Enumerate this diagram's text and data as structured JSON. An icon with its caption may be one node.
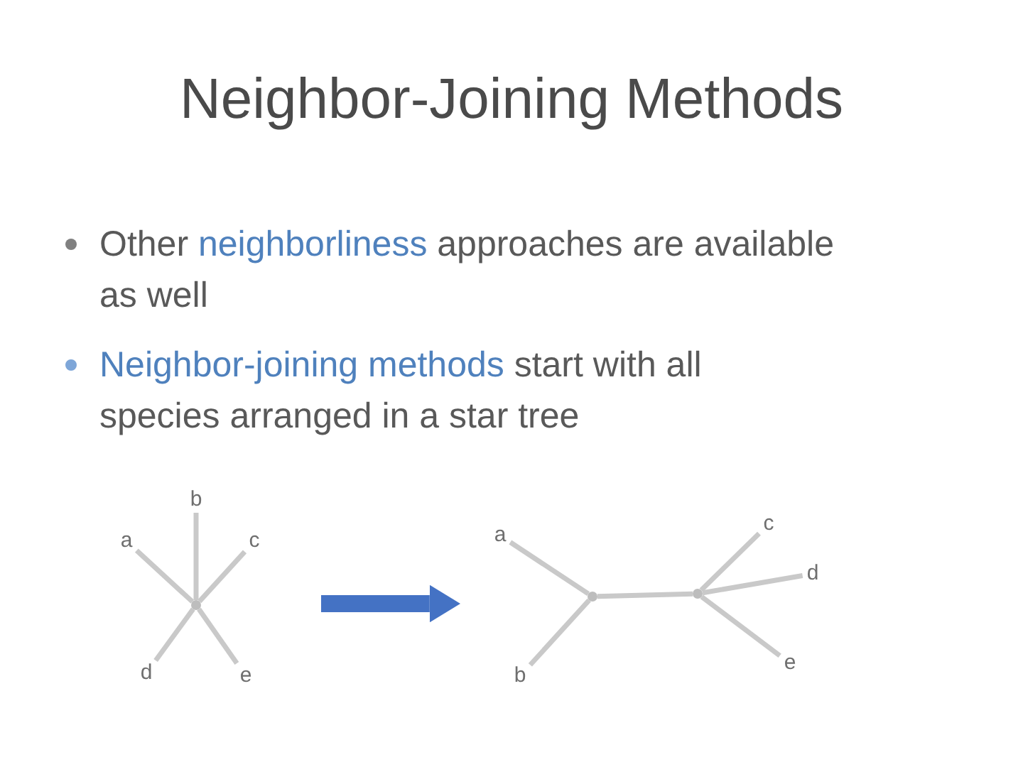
{
  "diagram": {
    "title": "Neighbor-Joining Methods",
    "nodes": [
      {
        "text": [],
        "shape": "picture"
      },
      {
        "text": [
          "b"
        ],
        "in": 0
      },
      {
        "text": [
          "a"
        ],
        "in": 0
      },
      {
        "text": [
          "c"
        ],
        "in": 0
      },
      {
        "text": [],
        "shape": "circle",
        "in": 0
      },
      {
        "text": [
          "d"
        ],
        "in": 0
      },
      {
        "text": [
          "e"
        ],
        "in": 0
      },
      {
        "text": [],
        "shape": "picture"
      },
      {
        "text": [
          "a"
        ],
        "in": 7
      },
      {
        "text": [
          "b"
        ],
        "in": 7
      },
      {
        "text": [],
        "shape": "circle",
        "in": 7
      },
      {
        "text": [],
        "shape": "circle",
        "in": 7
      },
      {
        "text": [
          "c"
        ],
        "in": 7
      },
      {
        "text": [
          "d"
        ],
        "in": 7
      },
      {
        "text": [
          "e"
        ],
        "in": 7
      }
    ],
    "edges": [
      {
        "from": 4,
        "to": 2,
        "arrow": "none"
      },
      {
        "from": 4,
        "to": 1,
        "arrow": "none"
      },
      {
        "from": 4,
        "to": 3,
        "arrow": "none"
      },
      {
        "from": 4,
        "to": 5,
        "arrow": "none"
      },
      {
        "from": 4,
        "to": 6,
        "arrow": "none"
      },
      {
        "from": 0,
        "to": 7,
        "arrow": "to",
        "style": "thick",
        "color": "#4472c4"
      },
      {
        "from": 10,
        "to": 8,
        "arrow": "none"
      },
      {
        "from": 10,
        "to": 9,
        "arrow": "none"
      },
      {
        "from": 10,
        "to": 11,
        "arrow": "none"
      },
      {
        "from": 11,
        "to": 12,
        "arrow": "none"
      },
      {
        "from": 11,
        "to": 13,
        "arrow": "none"
      },
      {
        "from": 11,
        "to": 14,
        "arrow": "none"
      }
    ],
    "labels": [
      "Other **neighborliness** approaches are available as well",
      "**Neighbor-joining methods** start with all species arranged in a star tree"
    ]
  }
}
